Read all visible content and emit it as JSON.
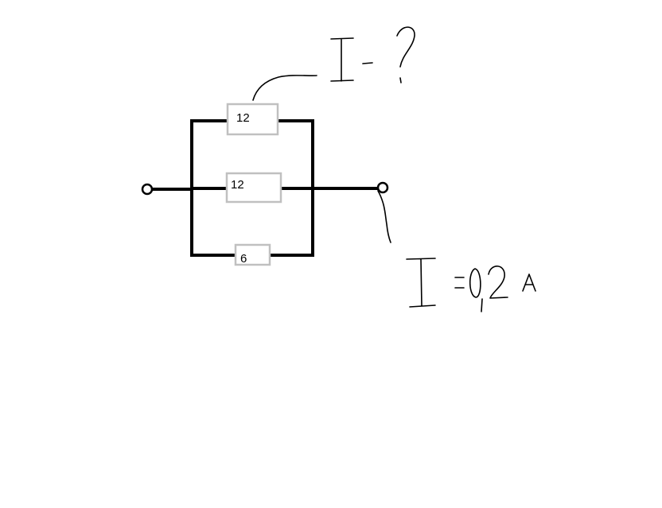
{
  "diagram": {
    "resistors": {
      "top": "12",
      "middle": "12",
      "bottom": "6"
    },
    "annotations": {
      "unknown_current": "I - ?",
      "known_current": "I = 0,2 A"
    }
  }
}
